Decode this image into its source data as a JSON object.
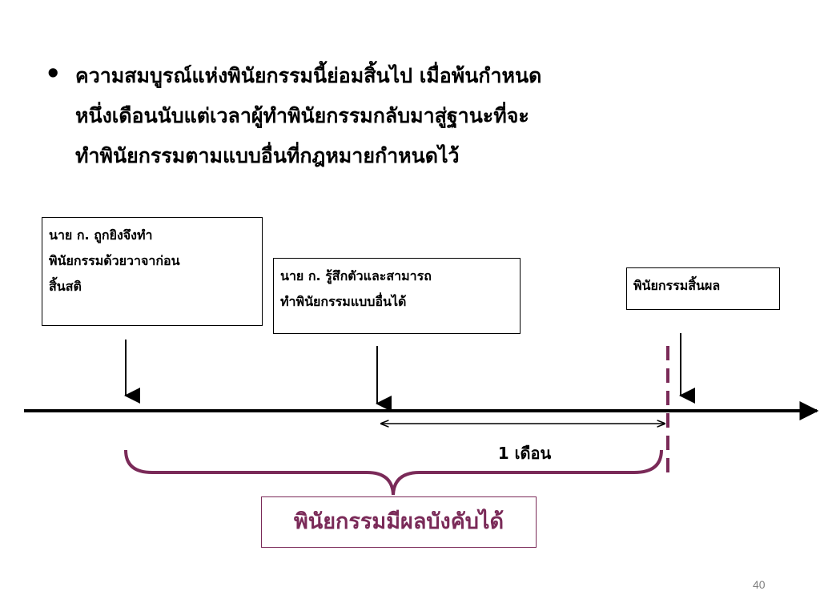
{
  "bullet": {
    "lines": [
      "ความสมบูรณ์แห่งพินัยกรรมนี้ย่อมสิ้นไป เมื่อพ้นกำหนด",
      "หนึ่งเดือนนับแต่เวลาผู้ทำพินัยกรรมกลับมาสู่ฐานะที่จะ",
      "ทำพินัยกรรมตามแบบอื่นที่กฎหมายกำหนดไว้"
    ]
  },
  "events": [
    {
      "lines": [
        "นาย ก. ถูกยิงจึงทำ",
        "พินัยกรรมด้วยวาจาก่อน",
        "สิ้นสติ"
      ]
    },
    {
      "lines": [
        "นาย ก. รู้สึกตัวและสามารถ",
        "ทำพินัยกรรมแบบอื่นได้"
      ]
    },
    {
      "lines": [
        "พินัยกรรมสิ้นผล"
      ]
    }
  ],
  "interval": {
    "label": "1 เดือน"
  },
  "result": {
    "label": "พินัยกรรมมีผลบังคับได้"
  },
  "page": {
    "number": "40"
  },
  "colors": {
    "accent": "#7a2a58",
    "line": "#000000",
    "page_number": "#808080"
  }
}
